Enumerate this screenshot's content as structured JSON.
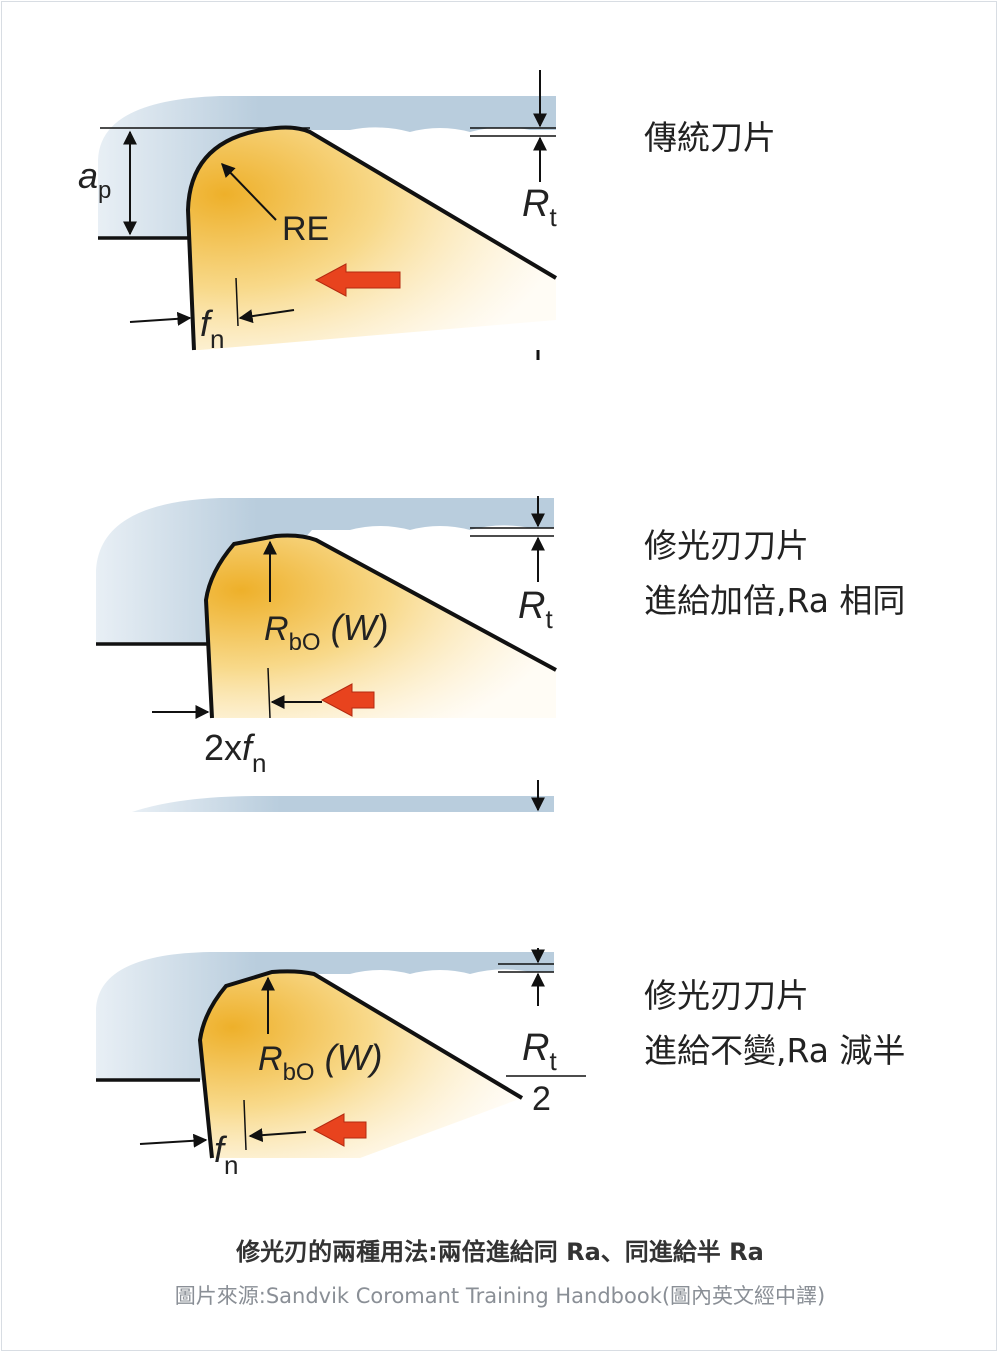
{
  "panels": [
    {
      "label_lines": [
        "傳統刀片"
      ],
      "diagram": {
        "ap_main": "a",
        "ap_sub": "p",
        "re_label": "RE",
        "rt_main": "R",
        "rt_sub": "t",
        "fn_main": "f",
        "fn_sub": "n"
      }
    },
    {
      "label_lines": [
        "修光刃刀片",
        "進給加倍,Ra 相同"
      ],
      "diagram": {
        "rbo_main": "R",
        "rbo_sub": "bO",
        "w_label": "(W)",
        "rt_main": "R",
        "rt_sub": "t",
        "fn_prefix": "2x",
        "fn_main": "f",
        "fn_sub": "n"
      }
    },
    {
      "label_lines": [
        "修光刃刀片",
        "進給不變,Ra 減半"
      ],
      "diagram": {
        "rbo_main": "R",
        "rbo_sub": "bO",
        "w_label": "(W)",
        "rt_main": "R",
        "rt_sub": "t",
        "rt_den": "2",
        "fn_main": "f",
        "fn_sub": "n"
      }
    }
  ],
  "caption": "修光刃的兩種用法:兩倍進給同 Ra、同進給半 Ra",
  "source": "圖片來源:Sandvik Coromant Training Handbook(圖內英文經中譯)",
  "colors": {
    "workpiece": "#b9cddd",
    "insert_core": "#eeb02a",
    "insert_fade": "#fff4dc",
    "arrow": "#e8431e",
    "line": "#111111"
  }
}
